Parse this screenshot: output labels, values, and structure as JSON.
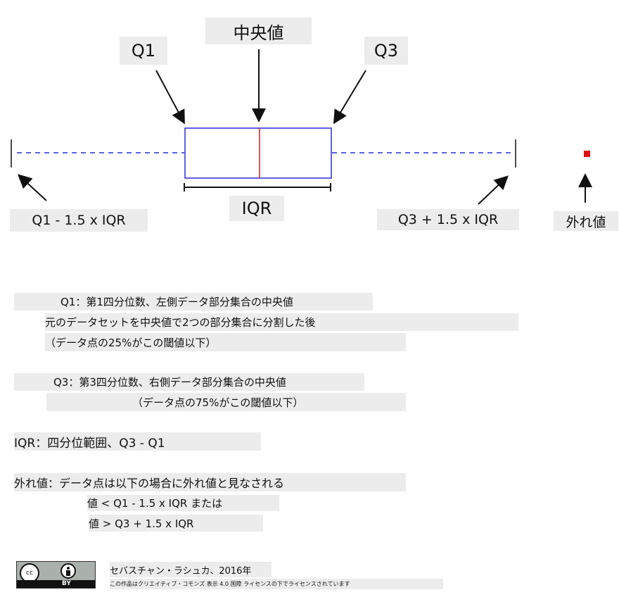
{
  "diagram": {
    "median_label": "中央値",
    "q1_label": "Q1",
    "q3_label": "Q3",
    "iqr_label": "IQR",
    "lower_fence_label": "Q1 - 1.5 x IQR",
    "upper_fence_label": "Q3 + 1.5 x IQR",
    "outlier_label": "外れ値",
    "colors": {
      "box": "#2b2bd6",
      "median": "#d42020",
      "whisker": "#2b2bd6",
      "outlier": "#dd1111"
    }
  },
  "notes": {
    "q1_title": "Q1：第1四分位数、左側データ部分集合の中央値",
    "q1_line2": "元のデータセットを中央値で2つの部分集合に分割した後",
    "q1_line3": "（データ点の25%がこの閾値以下）",
    "q3_title": "Q3：第3四分位数、右側データ部分集合の中央値",
    "q3_line2": "（データ点の75%がこの閾値以下）",
    "iqr": "IQR：四分位範囲、Q3 - Q1",
    "outlier_title": "外れ値：データ点は以下の場合に外れ値と見なされる",
    "outlier_rule1": "値 < Q1 - 1.5 x IQR または",
    "outlier_rule2": "値 > Q3 + 1.5 x IQR"
  },
  "footer": {
    "cc_text": "cc",
    "by_text": "BY",
    "author": "セバスチャン・ラシュカ、2016年",
    "license": "この作品はクリエイティブ・コモンズ 表示 4.0 国際 ライセンスの下でライセンスされています"
  }
}
